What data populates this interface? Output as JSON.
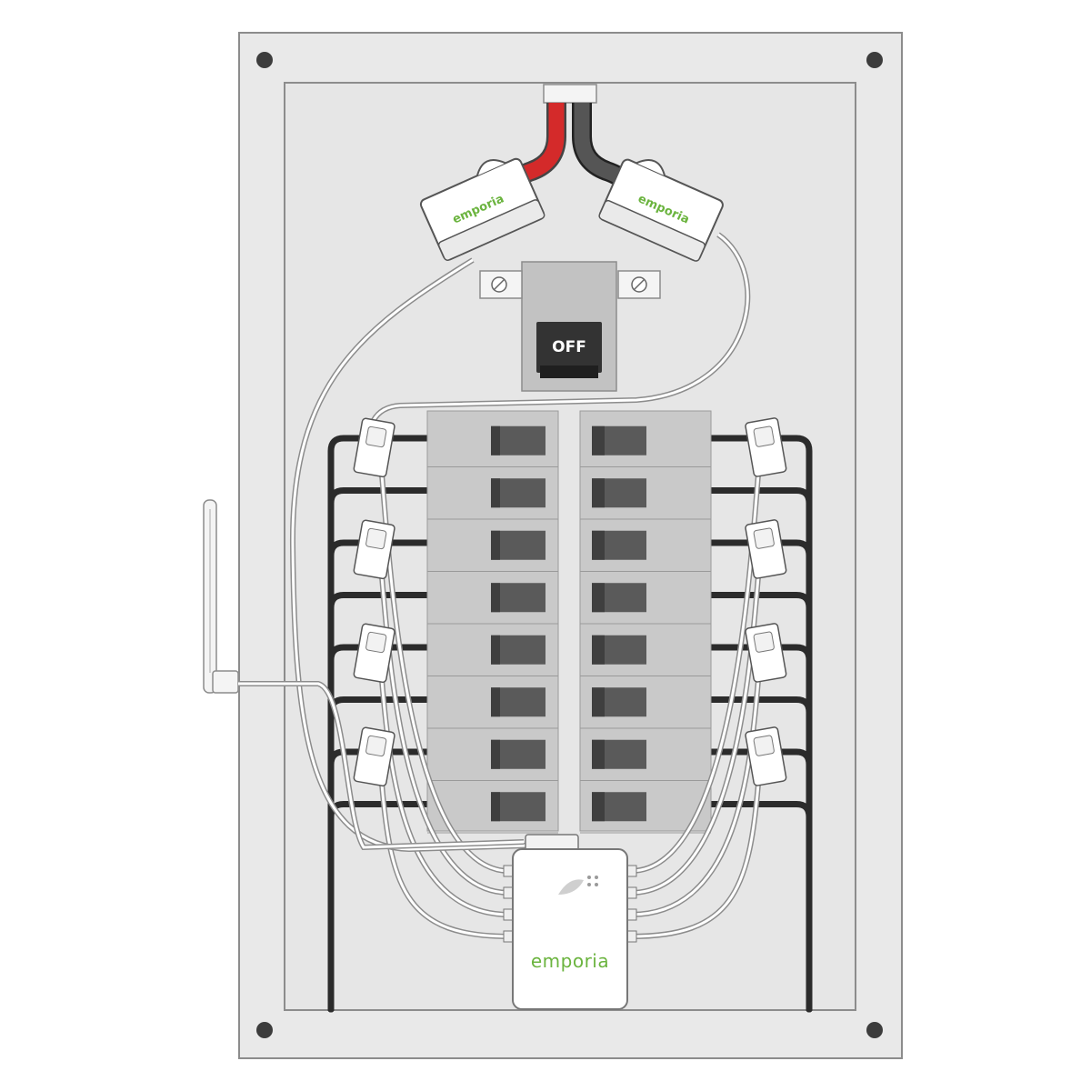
{
  "main_switch": {
    "label": "OFF"
  },
  "ct_brand": "emporia",
  "hub": {
    "brand": "emporia"
  },
  "breaker_rows": 8,
  "colors": {
    "panel": "#e9e9e9",
    "panel_outline": "#8c8c8c",
    "breaker": "#c9c9c9",
    "breaker_toggle": "#5a5a5a",
    "brand_green": "#6bb43f",
    "hot_wire": "#d42a2a",
    "neutral_wire": "#555555",
    "branch_wire": "#2b2b2b",
    "clamp": "#ffffff"
  }
}
